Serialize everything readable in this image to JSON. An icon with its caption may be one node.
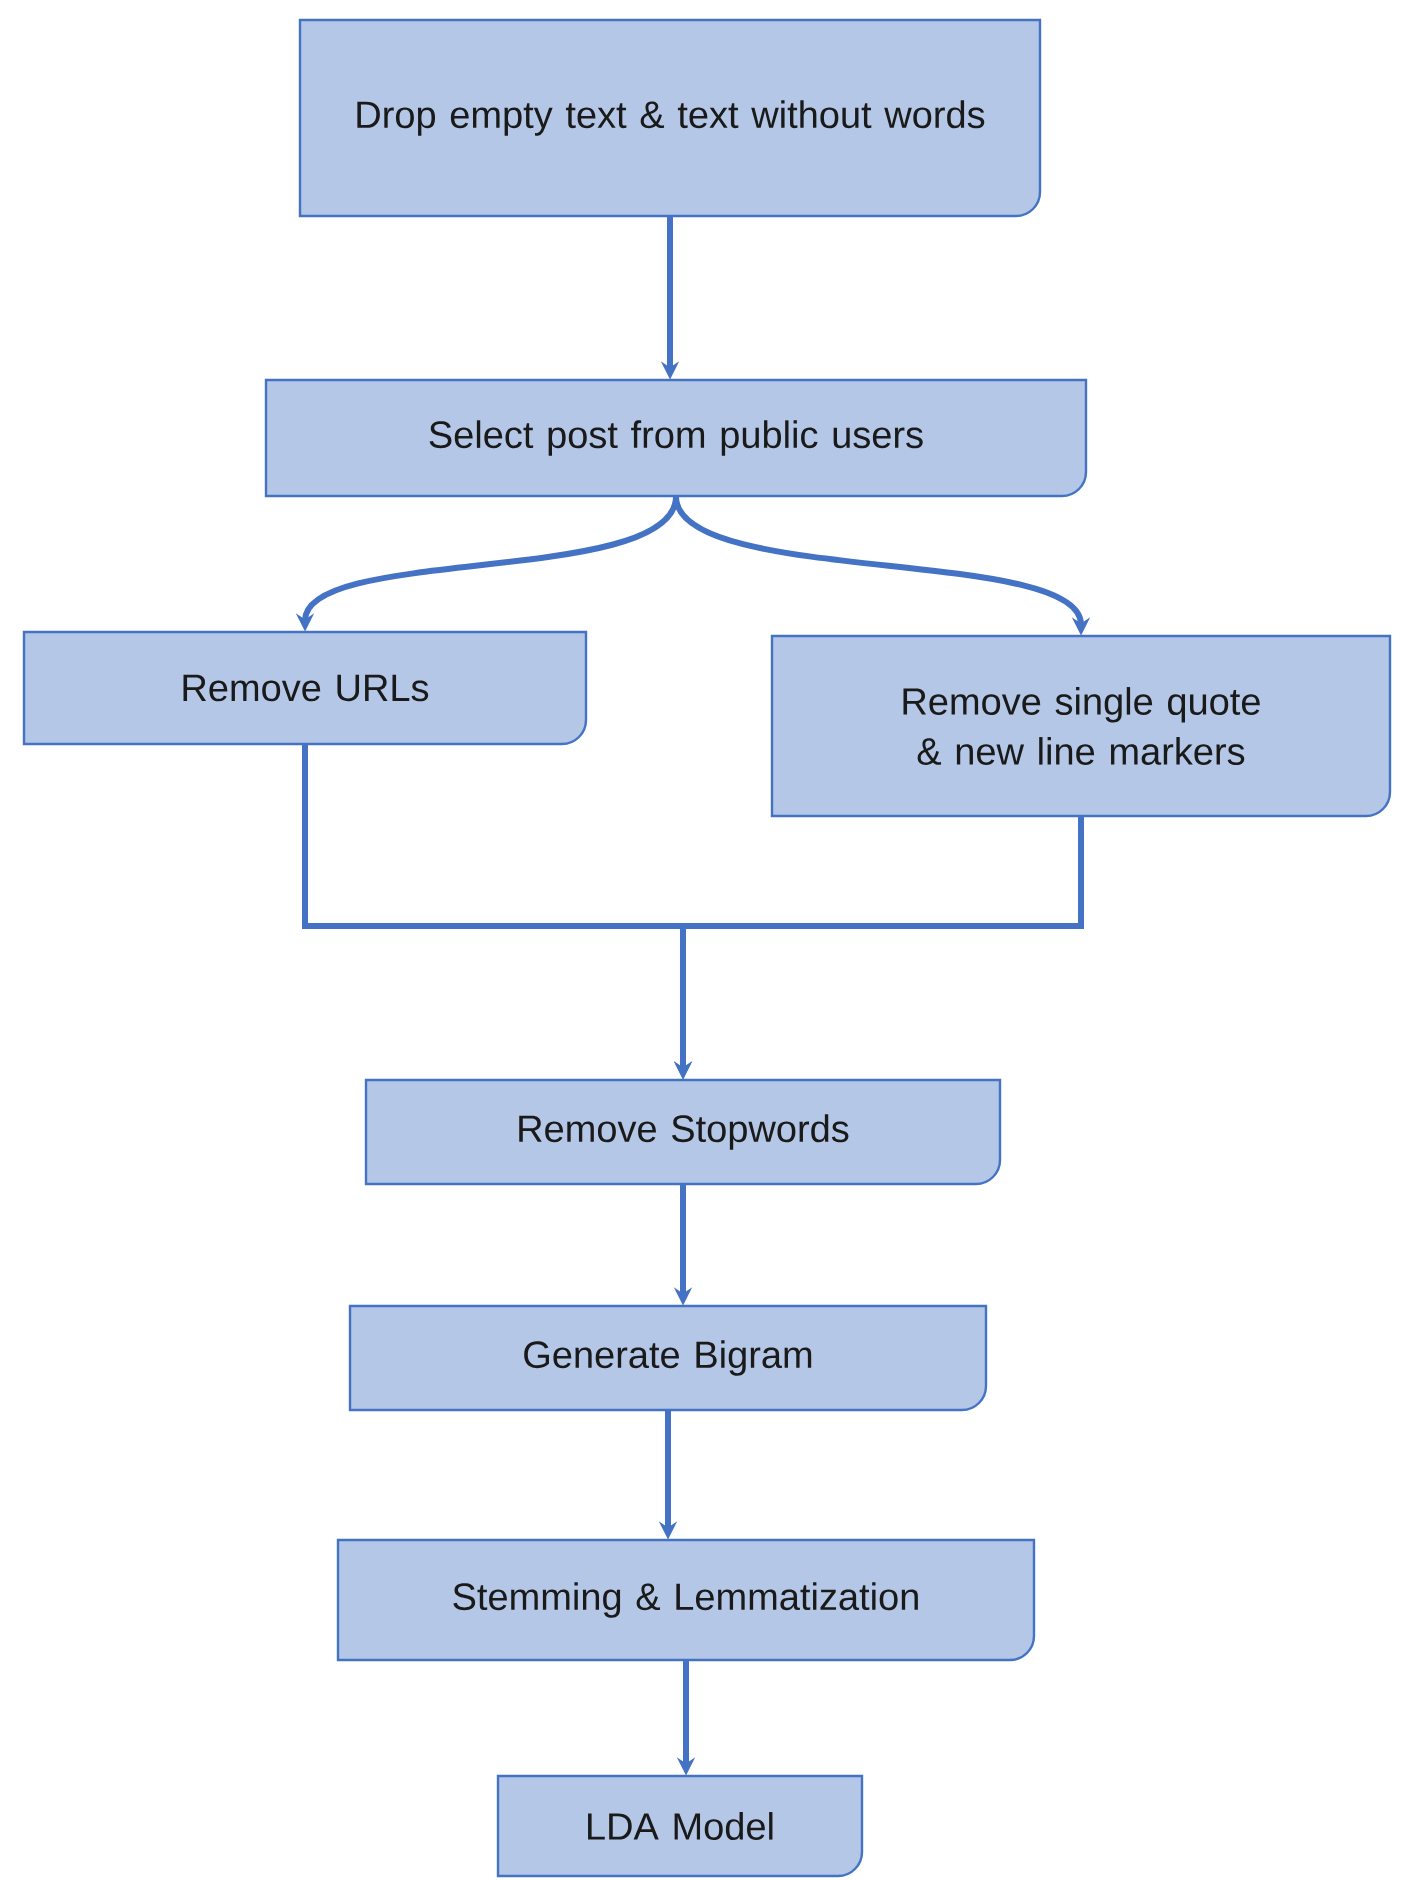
{
  "diagram": {
    "nodes": [
      {
        "text": [
          "Drop empty text & text without words"
        ]
      },
      {
        "text": [
          "Select post from public users"
        ]
      },
      {
        "text": [
          "Remove URLs"
        ]
      },
      {
        "text": [
          "Remove single quote & new line markers"
        ]
      },
      {
        "text": [
          "Remove Stopwords"
        ]
      },
      {
        "text": [
          "Generate Bigram"
        ]
      },
      {
        "text": [
          "Stemming & Lemmatization"
        ]
      },
      {
        "text": [
          "LDA Model"
        ]
      }
    ],
    "edges": [
      {
        "from": 0,
        "to": 1,
        "arrow": "to"
      },
      {
        "from": 1,
        "to": 2,
        "arrow": "to"
      },
      {
        "from": 1,
        "to": 3,
        "arrow": "to"
      },
      {
        "from": 2,
        "to": 4,
        "arrow": "to"
      },
      {
        "from": 3,
        "to": 4,
        "arrow": "to"
      },
      {
        "from": 4,
        "to": 5,
        "arrow": "to"
      },
      {
        "from": 5,
        "to": 6,
        "arrow": "to"
      },
      {
        "from": 6,
        "to": 7,
        "arrow": "to"
      }
    ]
  }
}
